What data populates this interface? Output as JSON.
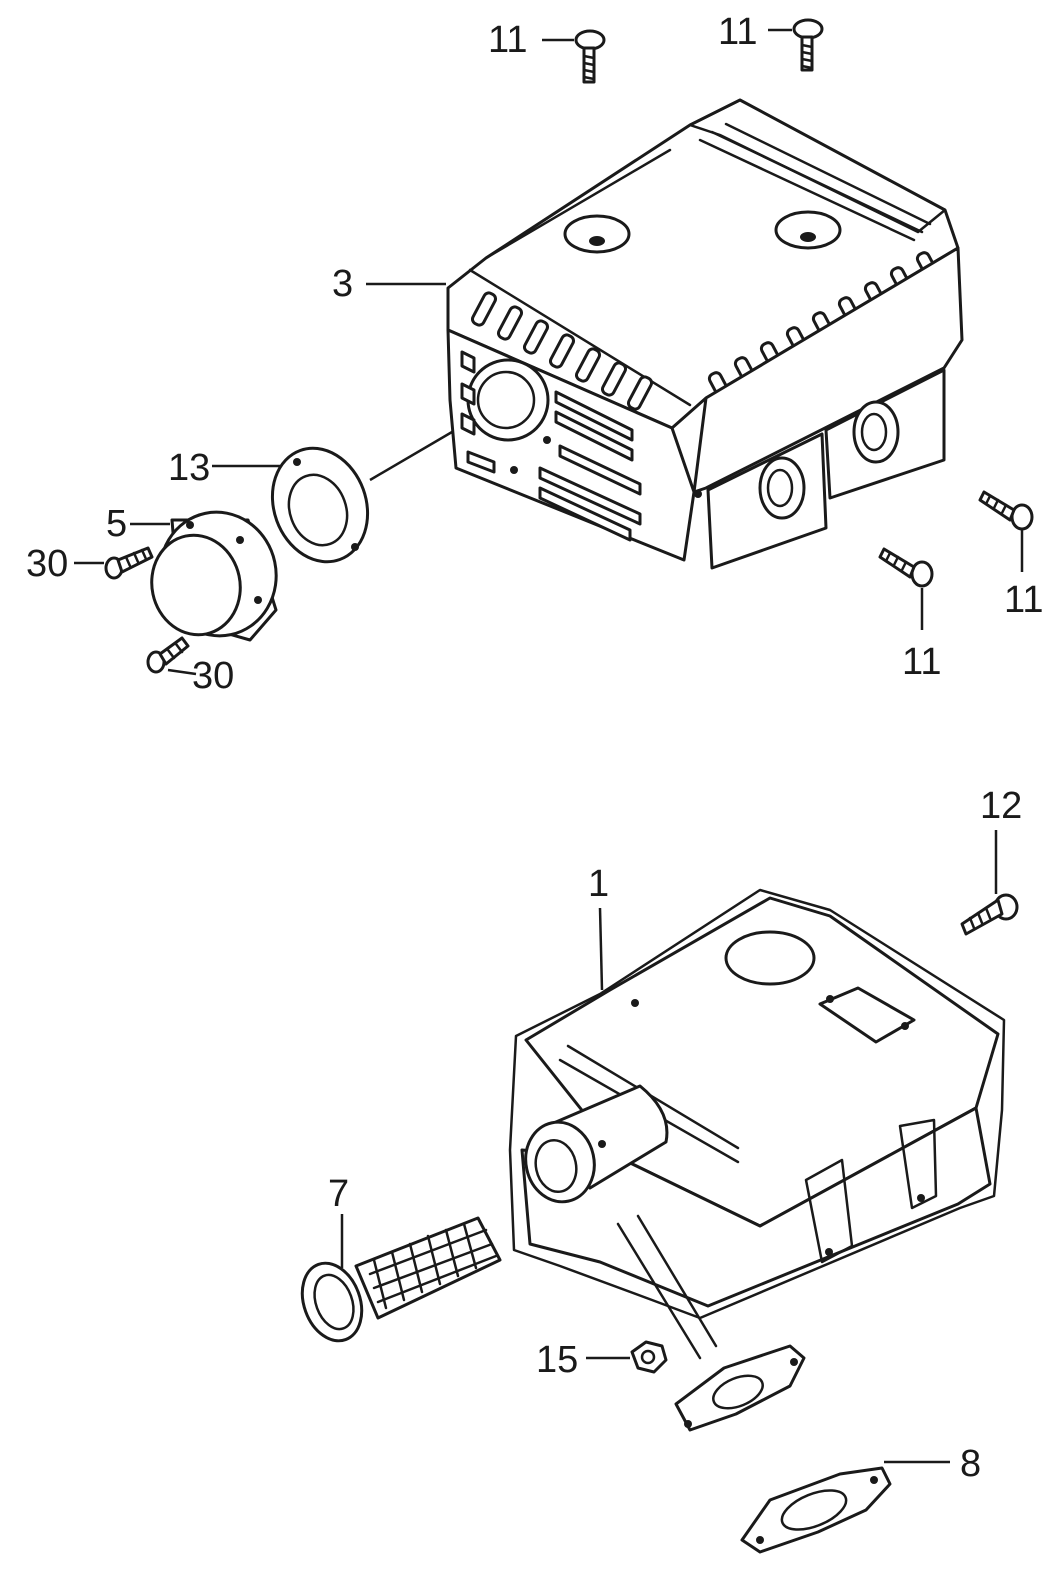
{
  "callouts": {
    "c11_top_left": "11",
    "c11_top_right": "11",
    "c3": "3",
    "c13": "13",
    "c5": "5",
    "c30_left": "30",
    "c30_bottom": "30",
    "c11_right_outer": "11",
    "c11_right_inner": "11",
    "c12": "12",
    "c1": "1",
    "c7": "7",
    "c15": "15",
    "c8": "8"
  },
  "colors": {
    "line": "#1a1a1a",
    "background": "#ffffff"
  }
}
